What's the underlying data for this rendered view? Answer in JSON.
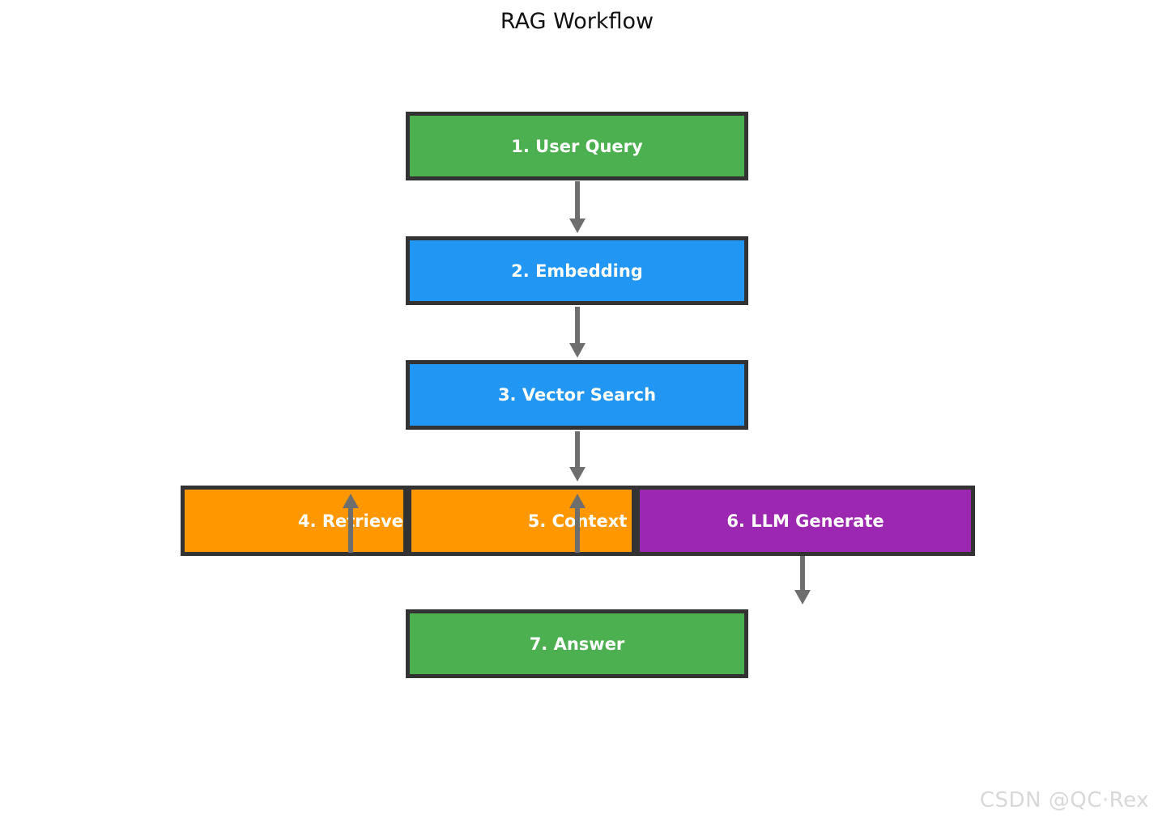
{
  "title": "RAG Workflow",
  "watermark": "CSDN @QC·Rex",
  "colors": {
    "green": "#4caf50",
    "blue": "#2196f3",
    "orange": "#ff9800",
    "purple": "#9c27b0",
    "node_border": "#333333",
    "arrow": "#6e6e6e",
    "title_text": "#111111",
    "label_text": "#ffffff",
    "watermark_text": "#d8d8d8"
  },
  "nodes": [
    {
      "id": "user-query",
      "label": "1. User Query",
      "color": "#4caf50"
    },
    {
      "id": "embedding",
      "label": "2. Embedding",
      "color": "#2196f3"
    },
    {
      "id": "vector-search",
      "label": "3. Vector Search",
      "color": "#2196f3"
    },
    {
      "id": "retrieve",
      "label": "4. Retrieve",
      "color": "#ff9800"
    },
    {
      "id": "context",
      "label": "5. Context",
      "color": "#ff9800"
    },
    {
      "id": "llm-generate",
      "label": "6. LLM Generate",
      "color": "#9c27b0"
    },
    {
      "id": "answer",
      "label": "7. Answer",
      "color": "#4caf50"
    }
  ],
  "edges": [
    {
      "from": "user-query",
      "to": "embedding",
      "direction": "down"
    },
    {
      "from": "embedding",
      "to": "vector-search",
      "direction": "down"
    },
    {
      "from": "vector-search",
      "to": "context",
      "direction": "down"
    },
    {
      "at": "retrieve",
      "direction": "up"
    },
    {
      "at": "context",
      "direction": "up"
    },
    {
      "from": "llm-generate",
      "to": "answer",
      "direction": "down"
    }
  ]
}
